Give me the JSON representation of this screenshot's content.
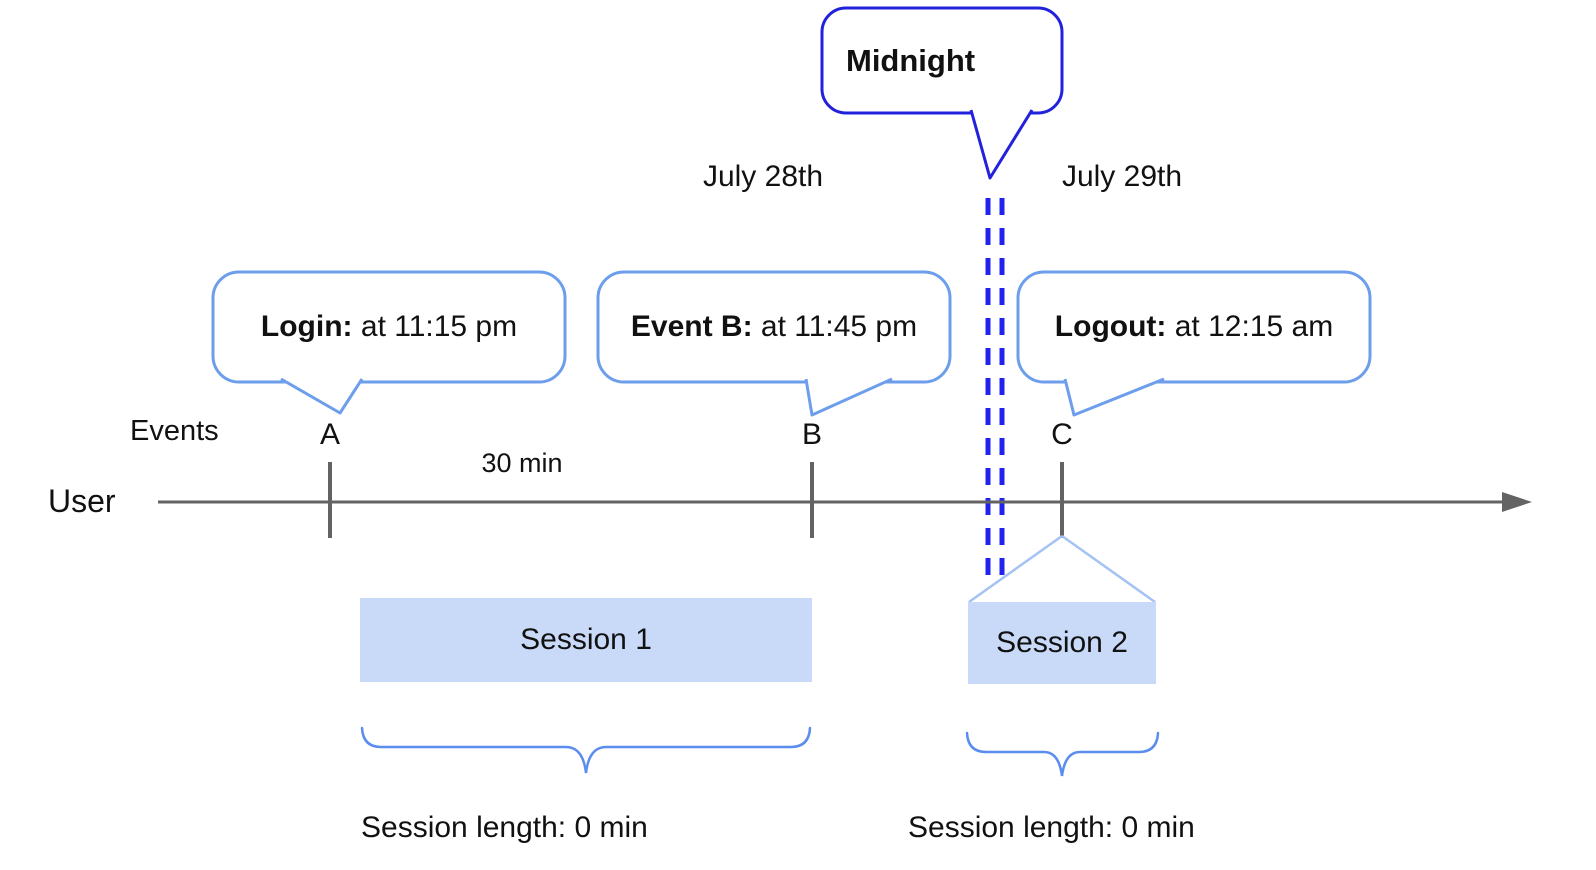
{
  "title_callout": {
    "label": "Midnight"
  },
  "dates": {
    "left": "July 28th",
    "right": "July 29th"
  },
  "event_callouts": [
    {
      "label": "Login:",
      "detail": " at 11:15 pm"
    },
    {
      "label": "Event B:",
      "detail": " at 11:45 pm"
    },
    {
      "label": "Logout:",
      "detail": " at 12:15 am"
    }
  ],
  "timeline": {
    "axis_label": "User",
    "events_label": "Events",
    "markers": [
      "A",
      "B",
      "C"
    ],
    "interval_label": "30 min"
  },
  "sessions": [
    {
      "name": "Session 1",
      "length_label": "Session length: 0 min"
    },
    {
      "name": "Session 2",
      "length_label": "Session length: 0 min"
    }
  ],
  "colors": {
    "callout_border_light": "#6d9eeb",
    "callout_border_dark": "#2222dd",
    "midnight_dash": "#2222ee",
    "session_fill": "#c9daf8",
    "funnel_line": "#a4c2f4",
    "brace": "#5b8def",
    "timeline_gray": "#636363",
    "text": "#111111"
  }
}
